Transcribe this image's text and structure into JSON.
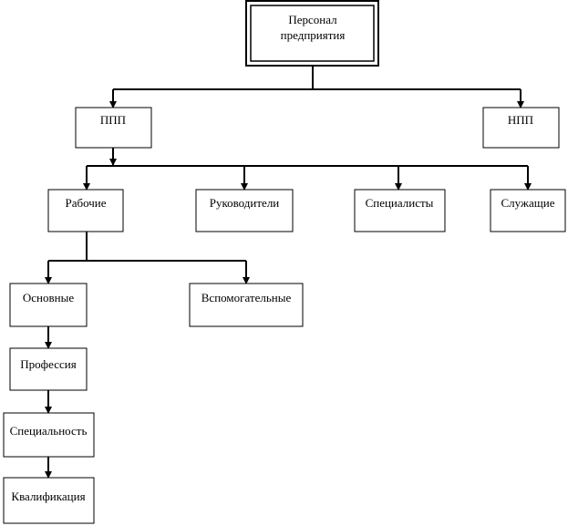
{
  "colors": {
    "line": "#000000",
    "box_fill": "#ffffff",
    "text": "#000000"
  },
  "nodes": {
    "root": {
      "line1": "Персонал",
      "line2": "предприятия"
    },
    "ppp": {
      "label": "ППП"
    },
    "npp": {
      "label": "НПП"
    },
    "workers": {
      "label": "Рабочие"
    },
    "managers": {
      "label": "Руководители"
    },
    "specialists": {
      "label": "Специалисты"
    },
    "employees": {
      "label": "Служащие"
    },
    "main": {
      "label": "Основные"
    },
    "auxiliary": {
      "label": "Вспомогательные"
    },
    "profession": {
      "label": "Профессия"
    },
    "specialty": {
      "label": "Специальность"
    },
    "qualification": {
      "label": "Квалификация"
    }
  }
}
